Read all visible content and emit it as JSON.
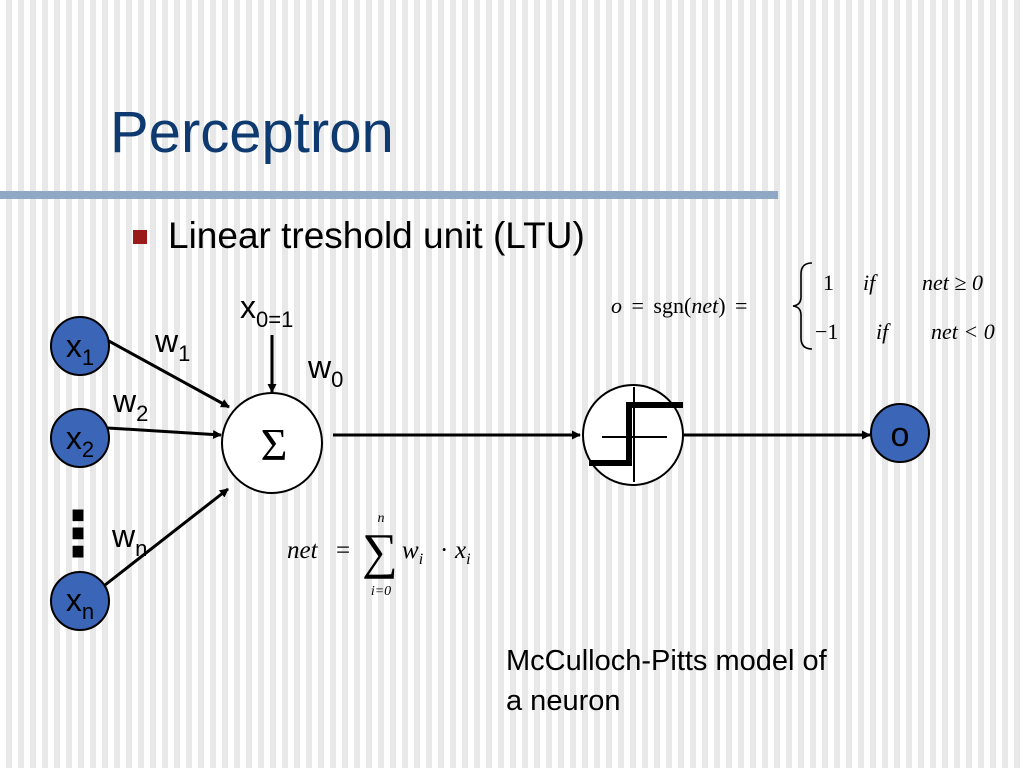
{
  "slide": {
    "title": "Perceptron",
    "bullet": "Linear treshold unit (LTU)",
    "caption_line1": "McCulloch-Pitts model of",
    "caption_line2": "a neuron"
  },
  "colors": {
    "title": "#0f3a70",
    "rule": "#8fa8c4",
    "bullet": "#9a1a1a",
    "node_fill": "#3b66b8"
  },
  "diagram": {
    "inputs": {
      "x1": {
        "base": "x",
        "sub": "1"
      },
      "x2": {
        "base": "x",
        "sub": "2"
      },
      "xn": {
        "base": "x",
        "sub": "n"
      },
      "x0": {
        "base": "x",
        "sub": "0=1"
      },
      "ellipsis": "⋮"
    },
    "weights": {
      "w1": {
        "base": "w",
        "sub": "1"
      },
      "w2": {
        "base": "w",
        "sub": "2"
      },
      "wn": {
        "base": "w",
        "sub": "n"
      },
      "w0": {
        "base": "w",
        "sub": "0"
      }
    },
    "sum_symbol": "Σ",
    "output_label": "o",
    "activation_icon": "step-function-icon"
  },
  "formulas": {
    "net": {
      "lhs": "net",
      "eq": "=",
      "sum_upper": "n",
      "sum_lower": "i=0",
      "w": "w",
      "w_sub": "i",
      "dot": "·",
      "x": "x",
      "x_sub": "i"
    },
    "sgn": {
      "o": "o",
      "eq1": "=",
      "fn": "sgn(",
      "arg": "net",
      "close": ")",
      "eq2": "=",
      "case1_val": "1",
      "case1_if": "if",
      "case1_cond": "net ≥ 0",
      "case2_val": "−1",
      "case2_if": "if",
      "case2_cond": "net < 0"
    }
  }
}
